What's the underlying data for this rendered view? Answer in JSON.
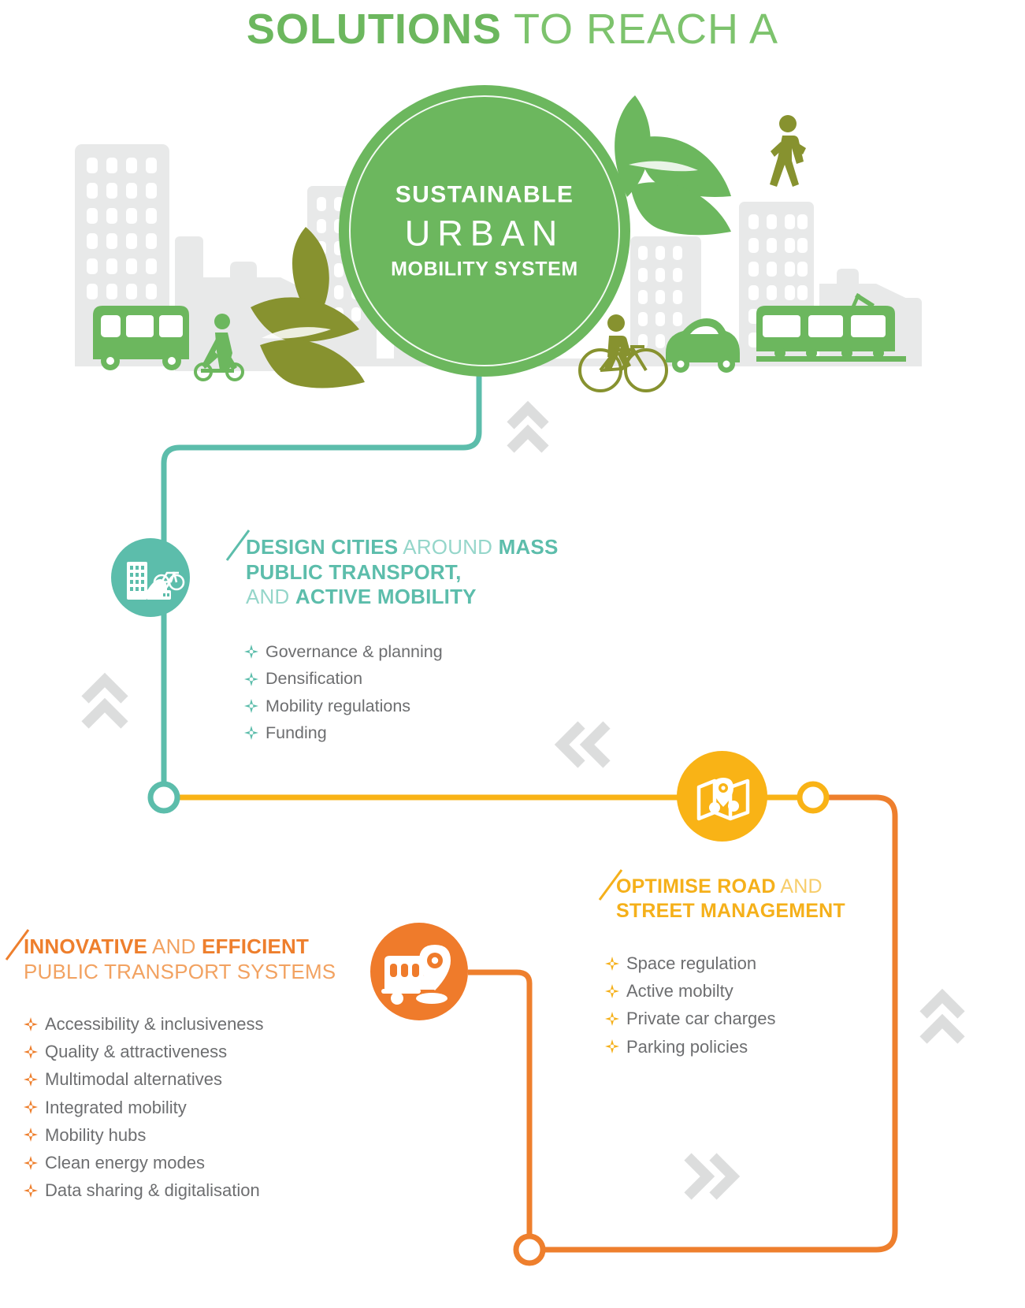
{
  "title": {
    "strong": "SOLUTIONS",
    "light": " TO REACH A"
  },
  "hub": {
    "line1": "SUSTAINABLE",
    "line2": "URBAN",
    "line3": "MOBILITY SYSTEM",
    "color": "#6cb75e"
  },
  "hero_icons": [
    {
      "name": "bus-icon",
      "color": "#6cb75e"
    },
    {
      "name": "scooter-rider-icon",
      "color": "#6cb75e"
    },
    {
      "name": "leaf-cluster-left-icon",
      "color": "#87922f"
    },
    {
      "name": "leaf-cluster-right-icon",
      "color": "#6cb75e"
    },
    {
      "name": "pedestrian-icon",
      "color": "#87922f"
    },
    {
      "name": "cyclist-icon",
      "color": "#87922f"
    },
    {
      "name": "car-icon",
      "color": "#6cb75e"
    },
    {
      "name": "tram-icon",
      "color": "#6cb75e"
    },
    {
      "name": "city-skyline",
      "color": "#e8e9e9"
    }
  ],
  "sections": [
    {
      "id": "design-cities",
      "color": "#5cbdab",
      "color_light": "#95d6ca",
      "icon": "city-bike-icon",
      "title_parts": [
        {
          "text": "DESIGN CITIES",
          "bold": true
        },
        {
          "text": " AROUND ",
          "bold": false
        },
        {
          "text": "MASS",
          "bold": true
        },
        {
          "text": "\n",
          "bold": false
        },
        {
          "text": "PUBLIC TRANSPORT,",
          "bold": true
        },
        {
          "text": "\n",
          "bold": false
        },
        {
          "text": "AND ",
          "bold": false
        },
        {
          "text": "ACTIVE MOBILITY",
          "bold": true
        }
      ],
      "title_lines": [
        "DESIGN CITIES AROUND MASS",
        "PUBLIC TRANSPORT,",
        "AND ACTIVE MOBILITY"
      ],
      "bullets": [
        "Governance & planning",
        "Densification",
        "Mobility regulations",
        "Funding"
      ]
    },
    {
      "id": "optimise-road",
      "color": "#f5b01a",
      "color_light": "#f7cd6a",
      "icon": "map-pin-icon",
      "title_lines": [
        "OPTIMISE ROAD AND",
        "STREET MANAGEMENT"
      ],
      "bullets": [
        "Space regulation",
        "Active mobilty",
        "Private car charges",
        "Parking policies"
      ]
    },
    {
      "id": "innovative-public-transport",
      "color": "#ee7f2d",
      "color_light": "#f2a261",
      "icon": "bus-pin-icon",
      "title_lines": [
        "INNOVATIVE AND EFFICIENT",
        "PUBLIC TRANSPORT SYSTEMS"
      ],
      "bullets": [
        "Accessibility & inclusiveness",
        "Quality & attractiveness",
        "Multimodal alternatives",
        "Integrated mobility",
        "Mobility hubs",
        "Clean energy modes",
        "Data sharing & digitalisation"
      ]
    }
  ],
  "teal": {
    "t1a": "DESIGN CITIES",
    "t1b": " AROUND ",
    "t1c": "MASS",
    "t2": "PUBLIC TRANSPORT,",
    "t3a": "AND ",
    "t3b": "ACTIVE MOBILITY",
    "b0": "Governance & planning",
    "b1": "Densification",
    "b2": "Mobility regulations",
    "b3": "Funding"
  },
  "gold": {
    "t1a": "OPTIMISE ROAD",
    "t1b": " AND",
    "t2": "STREET MANAGEMENT",
    "b0": "Space regulation",
    "b1": "Active mobilty",
    "b2": "Private car charges",
    "b3": "Parking policies"
  },
  "orange": {
    "t1a": "INNOVATIVE",
    "t1b": " AND ",
    "t1c": "EFFICIENT",
    "t2": "PUBLIC TRANSPORT SYSTEMS",
    "b0": "Accessibility & inclusiveness",
    "b1": "Quality & attractiveness",
    "b2": "Multimodal alternatives",
    "b3": "Integrated mobility",
    "b4": "Mobility hubs",
    "b5": "Clean energy modes",
    "b6": "Data sharing & digitalisation"
  },
  "connectors": {
    "teal_color": "#5cbdab",
    "gold_color": "#f9b316",
    "orange_color": "#ee7f2d",
    "chevron_color": "#dcdddd",
    "nodes": 4
  }
}
